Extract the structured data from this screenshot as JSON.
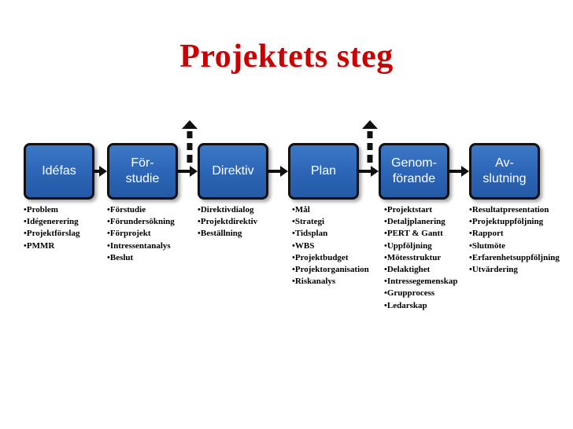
{
  "title": "Projektets steg",
  "colors": {
    "title": "#cc0000",
    "box_fill": "#2d66b7",
    "box_border": "#111111",
    "box_text": "#ffffff",
    "arrows": "#111111"
  },
  "stages": [
    {
      "label_lines": [
        "Idéfas"
      ],
      "items": [
        "•Problem",
        "•Idégenerering",
        "•Projektförslag",
        "•PMMR"
      ]
    },
    {
      "label_lines": [
        "För-",
        "studie"
      ],
      "items": [
        "•Förstudie",
        "•Förundersökning",
        "•Förprojekt",
        "•Intressentanalys",
        "•Beslut"
      ]
    },
    {
      "label_lines": [
        "Direktiv"
      ],
      "items": [
        "•Direktivdialog",
        "•Projektdirektiv",
        "•Beställning"
      ]
    },
    {
      "label_lines": [
        "Plan"
      ],
      "items": [
        "•Mål",
        "•Strategi",
        "•Tidsplan",
        "•WBS",
        "•Projektbudget",
        "•Projektorganisation",
        "•Riskanalys"
      ]
    },
    {
      "label_lines": [
        "Genom-",
        "förande"
      ],
      "items": [
        "•Projektstart",
        "•Detaljplanering",
        "•PERT & Gantt",
        "•Uppföljning",
        "•Mötesstruktur",
        "•Delaktighet",
        "•Intressegemenskap",
        "•Grupprocess",
        "•Ledarskap"
      ]
    },
    {
      "label_lines": [
        "Av-",
        "slutning"
      ],
      "items": [
        "•Resultatpresentation",
        "•Projektuppföljning",
        "•Rapport",
        "•Slutmöte",
        "•Erfarenhetsuppföljning",
        "•Utvärdering"
      ]
    }
  ],
  "decision_gates": [
    {
      "between": [
        "För-studie",
        "Direktiv"
      ],
      "direction": "up"
    },
    {
      "between": [
        "Plan",
        "Genom-förande"
      ],
      "direction": "up"
    }
  ]
}
